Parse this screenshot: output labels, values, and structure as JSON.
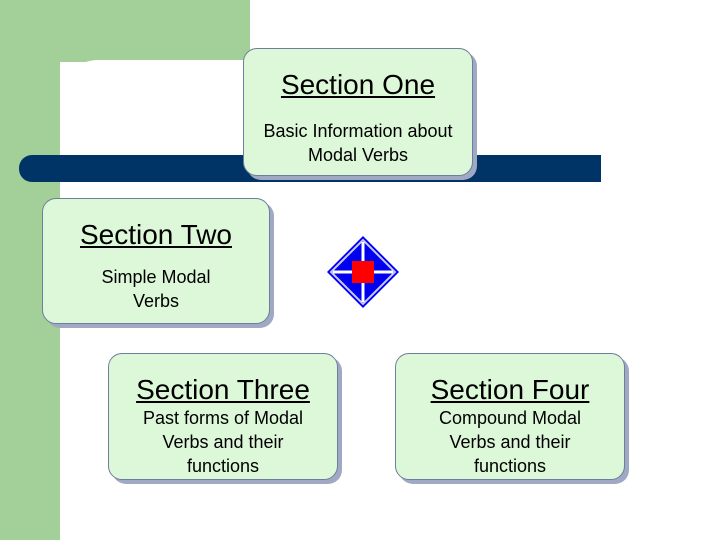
{
  "colors": {
    "green_band": "#a3cf98",
    "navy_bar": "#003366",
    "card_fill": "#ddf7d9",
    "card_shadow": "#9fa9c4",
    "arrow_blue": "#0000ee",
    "center_red": "#ff0000"
  },
  "sections": [
    {
      "title": "Section One",
      "description": "Basic Information about Modal Verbs"
    },
    {
      "title": "Section Two",
      "description": "Simple Modal Verbs"
    },
    {
      "title": "Section Three",
      "description": "Past forms of Modal Verbs and their functions"
    },
    {
      "title": "Section Four",
      "description": "Compound Modal Verbs and their functions"
    }
  ],
  "icons": {
    "navigation": "four-way-arrow-icon"
  }
}
